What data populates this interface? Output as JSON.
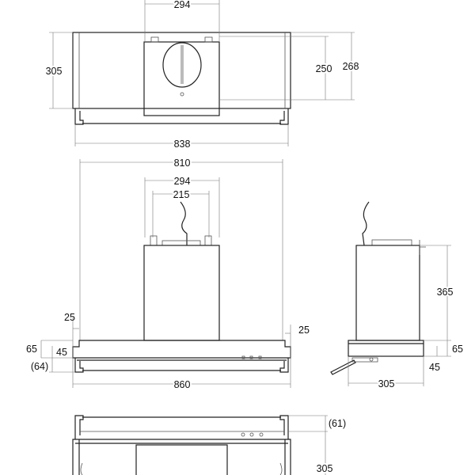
{
  "top_view": {
    "chimney_width": "294",
    "height_total": "305",
    "chimney_depth": "250",
    "depth": "268",
    "width": "838"
  },
  "front_view": {
    "width_top": "810",
    "chimney_width": "294",
    "cable_spacing": "215",
    "inset_left": "25",
    "inset_right": "25",
    "hood_height": "65",
    "body_height": "45",
    "tray_height": "(64)",
    "width": "860"
  },
  "side_view": {
    "chimney_height": "365",
    "hood_height": "65",
    "body_height": "45",
    "depth": "305"
  },
  "bottom_view": {
    "tray_depth": "(61)",
    "depth": "305"
  }
}
